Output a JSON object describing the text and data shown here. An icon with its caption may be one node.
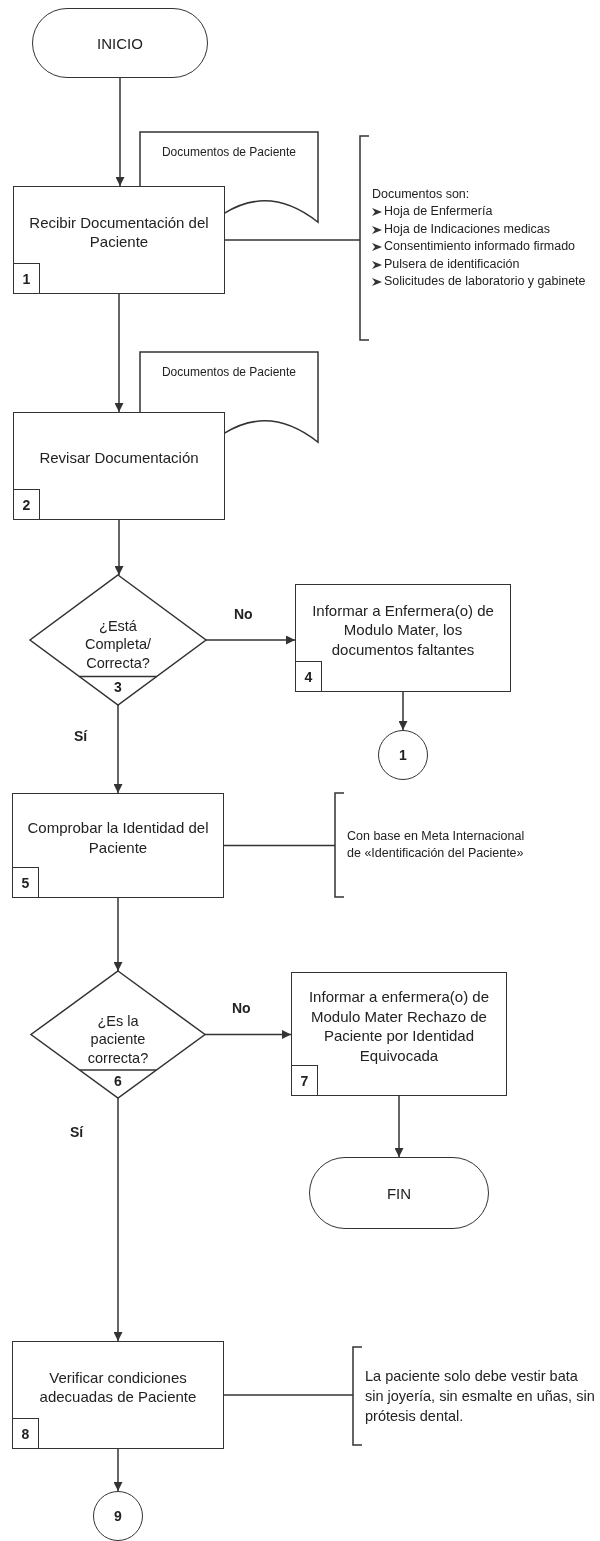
{
  "diagram": {
    "nodes": [
      {
        "text": [
          "INICIO"
        ]
      },
      {
        "text": [
          "Documentos de Paciente"
        ]
      },
      {
        "text": [
          "Recibir Documentación del Paciente",
          "1"
        ]
      },
      {
        "text": [
          "Documentos son:",
          "Hoja de Enfermería",
          "Hoja de Indicaciones medicas",
          "Consentimiento informado firmado",
          "Pulsera de identificación",
          "Solicitudes de laboratorio y gabinete"
        ]
      },
      {
        "text": [
          "Documentos de Paciente"
        ]
      },
      {
        "text": [
          "Revisar Documentación",
          "2"
        ]
      },
      {
        "text": [
          "¿Está Completa/ Correcta?",
          "3"
        ]
      },
      {
        "text": [
          "Informar a Enfermera(o) de Modulo Mater, los documentos faltantes",
          "4"
        ]
      },
      {
        "text": [
          "1"
        ]
      },
      {
        "text": [
          "Comprobar la Identidad del Paciente",
          "5"
        ]
      },
      {
        "text": [
          "Con base en Meta Internacional de «Identificación del Paciente»"
        ]
      },
      {
        "text": [
          "¿Es la paciente correcta?",
          "6"
        ]
      },
      {
        "text": [
          "Informar a enfermera(o) de Modulo Mater Rechazo de Paciente por Identidad Equivocada",
          "7"
        ]
      },
      {
        "text": [
          "FIN"
        ]
      },
      {
        "text": [
          "Verificar condiciones adecuadas de Paciente",
          "8"
        ]
      },
      {
        "text": [
          "La paciente solo debe vestir bata sin joyería, sin esmalte en uñas, sin prótesis dental."
        ]
      },
      {
        "text": [
          "9"
        ]
      }
    ],
    "edges": [
      {
        "from": 0,
        "to": 2,
        "arrow": "to"
      },
      {
        "from": 2,
        "to": 5,
        "arrow": "to"
      },
      {
        "from": 5,
        "to": 6,
        "arrow": "to"
      },
      {
        "from": 6,
        "to": 7,
        "arrow": "to",
        "label": "No"
      },
      {
        "from": 7,
        "to": 8,
        "arrow": "to"
      },
      {
        "from": 6,
        "to": 9,
        "arrow": "to",
        "label": "Sí"
      },
      {
        "from": 9,
        "to": 11,
        "arrow": "to"
      },
      {
        "from": 11,
        "to": 12,
        "arrow": "to",
        "label": "No"
      },
      {
        "from": 12,
        "to": 13,
        "arrow": "to"
      },
      {
        "from": 11,
        "to": 14,
        "arrow": "to",
        "label": "Sí"
      },
      {
        "from": 14,
        "to": 16,
        "arrow": "to"
      },
      {
        "from": 2,
        "to": 3,
        "arrow": "none"
      },
      {
        "from": 9,
        "to": 10,
        "arrow": "none"
      },
      {
        "from": 14,
        "to": 15,
        "arrow": "none"
      }
    ]
  }
}
